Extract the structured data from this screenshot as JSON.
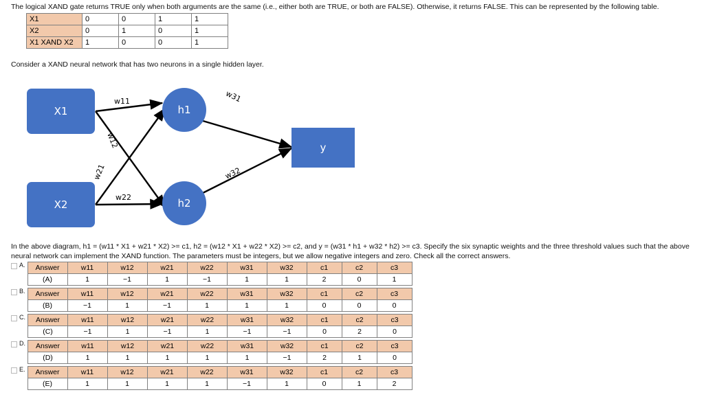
{
  "intro": {
    "paragraph": "The logical XAND gate returns TRUE only when both arguments are the same (i.e., either both are TRUE, or both are FALSE).  Otherwise, it returns FALSE.  This can be represented by the following table.",
    "consider": "Consider a XAND neural network that has two neurons in a single hidden layer.",
    "question": "In the above diagram, h1 = (w11 * X1 + w21 * X2) >= c1,  h2 = (w12 * X1 + w22 * X2) >= c2, and y = (w31 * h1 + w32 * h2) >= c3.  Specify the six synaptic weights and the three threshold values such that the above neural network can implement the XAND function.  The parameters must be integers, but we allow negative integers and zero.  Check all the correct answers."
  },
  "truth_table": {
    "rows": [
      {
        "label": "X1",
        "values": [
          "0",
          "0",
          "1",
          "1"
        ]
      },
      {
        "label": "X2",
        "values": [
          "0",
          "1",
          "0",
          "1"
        ]
      },
      {
        "label": "X1 XAND X2",
        "values": [
          "1",
          "0",
          "0",
          "1"
        ]
      }
    ]
  },
  "diagram": {
    "nodes": {
      "x1": "X1",
      "x2": "X2",
      "h1": "h1",
      "h2": "h2",
      "y": "y"
    },
    "edge_labels": {
      "w11": "w11",
      "w12": "w12",
      "w21": "w21",
      "w22": "w22",
      "w31": "w31",
      "w32": "w32"
    },
    "node_color": "#4472C4",
    "edge_color": "#000000"
  },
  "answers": {
    "headers": [
      "Answer",
      "w11",
      "w12",
      "w21",
      "w22",
      "w31",
      "w32",
      "c1",
      "c2",
      "c3"
    ],
    "choices": [
      {
        "letter": "A.",
        "checked": false,
        "values": [
          "(A)",
          "1",
          "−1",
          "1",
          "−1",
          "1",
          "1",
          "2",
          "0",
          "1"
        ]
      },
      {
        "letter": "B.",
        "checked": false,
        "values": [
          "(B)",
          "−1",
          "1",
          "−1",
          "1",
          "1",
          "1",
          "0",
          "0",
          "0"
        ]
      },
      {
        "letter": "C.",
        "checked": false,
        "values": [
          "(C)",
          "−1",
          "1",
          "−1",
          "1",
          "−1",
          "−1",
          "0",
          "2",
          "0"
        ]
      },
      {
        "letter": "D.",
        "checked": false,
        "values": [
          "(D)",
          "1",
          "1",
          "1",
          "1",
          "1",
          "−1",
          "2",
          "1",
          "0"
        ]
      },
      {
        "letter": "E.",
        "checked": false,
        "values": [
          "(E)",
          "1",
          "1",
          "1",
          "1",
          "−1",
          "1",
          "0",
          "1",
          "2"
        ]
      }
    ]
  }
}
